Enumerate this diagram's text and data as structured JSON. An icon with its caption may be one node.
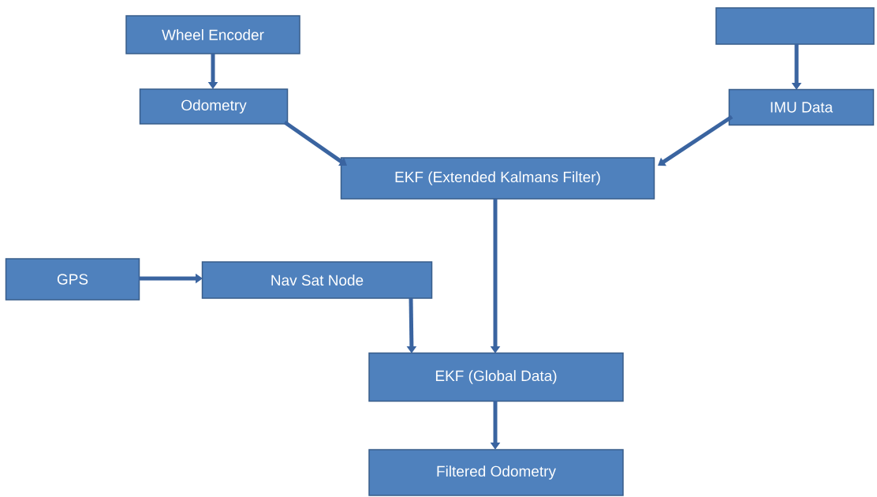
{
  "diagram": {
    "nodes": [
      {
        "text": [
          "Wheel Encoder"
        ]
      },
      {
        "text": [
          "Odometry"
        ]
      },
      {
        "text": [],
        "shape": "box"
      },
      {
        "text": [
          "IMU Data"
        ]
      },
      {
        "text": [
          "EKF (Extended Kalmans Filter)"
        ]
      },
      {
        "text": [
          "GPS"
        ]
      },
      {
        "text": [
          "Nav Sat Node"
        ]
      },
      {
        "text": [
          "EKF (Global Data)"
        ]
      },
      {
        "text": [
          "Filtered Odometry"
        ]
      }
    ],
    "edges": [
      {
        "from": 0,
        "to": 1,
        "arrow": "to"
      },
      {
        "from": 2,
        "to": 3,
        "arrow": "to"
      },
      {
        "from": 1,
        "to": 4,
        "arrow": "to"
      },
      {
        "from": 3,
        "to": 4,
        "arrow": "to"
      },
      {
        "from": 5,
        "to": 6,
        "arrow": "to"
      },
      {
        "from": 6,
        "to": 7,
        "arrow": "to"
      },
      {
        "from": 4,
        "to": 7,
        "arrow": "to"
      },
      {
        "from": 7,
        "to": 8,
        "arrow": "to"
      }
    ]
  }
}
